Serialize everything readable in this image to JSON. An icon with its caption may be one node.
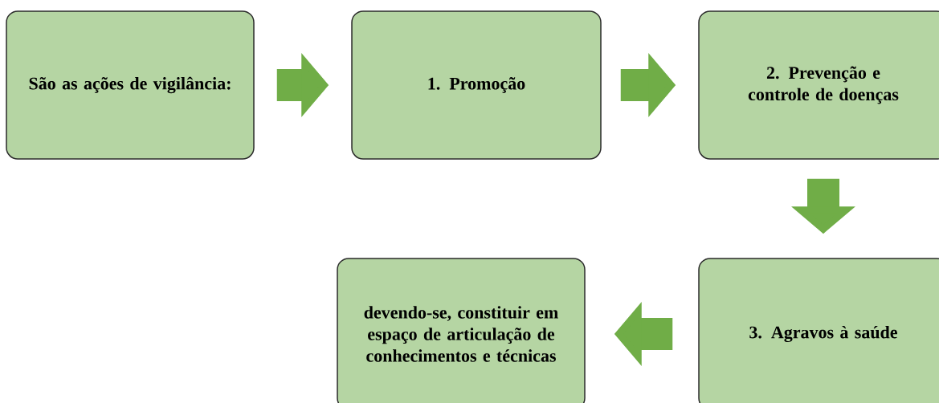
{
  "diagram": {
    "nodes": [
      {
        "text": [
          "São as ações de vigilância:"
        ]
      },
      {
        "text": [
          "1. Promoção"
        ]
      },
      {
        "text": [
          "2. Prevenção e controle de doenças"
        ]
      },
      {
        "text": [
          "devendo-se, constituir em espaço de articulação de conhecimentos e técnicas"
        ]
      },
      {
        "text": [
          "3. Agravos à saúde"
        ]
      }
    ],
    "edges": [
      {
        "from": 0,
        "to": 1,
        "arrow": "to"
      },
      {
        "from": 1,
        "to": 2,
        "arrow": "to"
      },
      {
        "from": 2,
        "to": 4,
        "arrow": "to"
      },
      {
        "from": 4,
        "to": 3,
        "arrow": "to"
      }
    ]
  }
}
